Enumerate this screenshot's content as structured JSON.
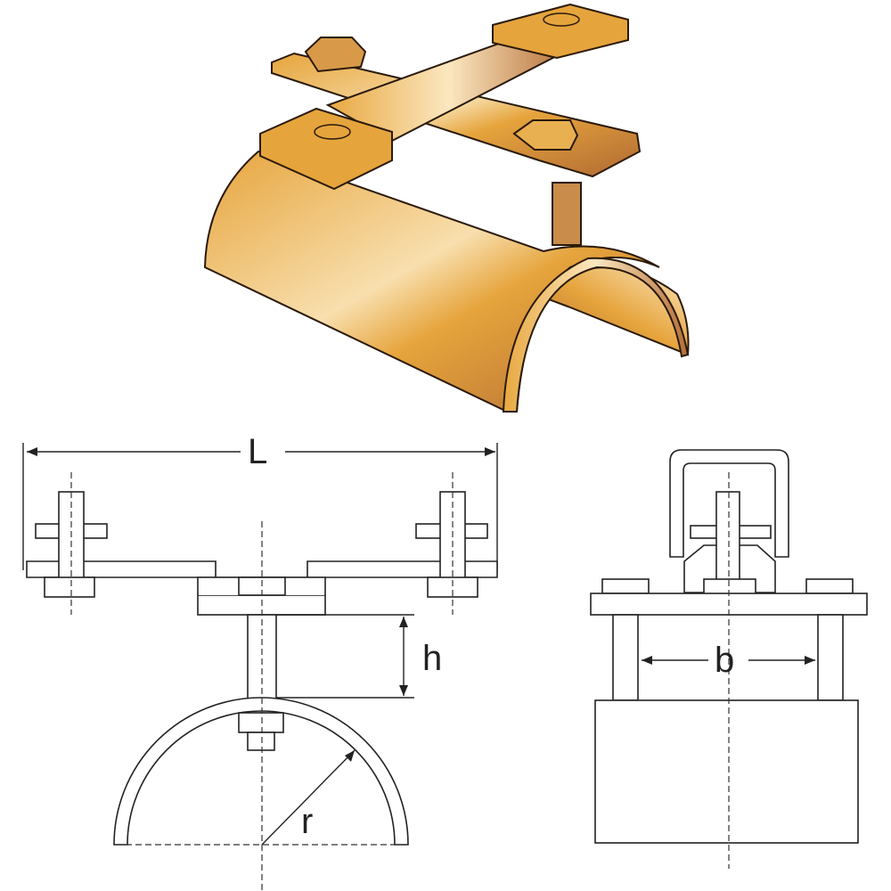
{
  "labels": {
    "length": "L",
    "height": "h",
    "width": "b",
    "radius": "r"
  },
  "colors": {
    "copper_light": "#fbe7c0",
    "copper_mid": "#e6a43c",
    "copper_dark": "#b06a34",
    "outline": "#222222"
  }
}
